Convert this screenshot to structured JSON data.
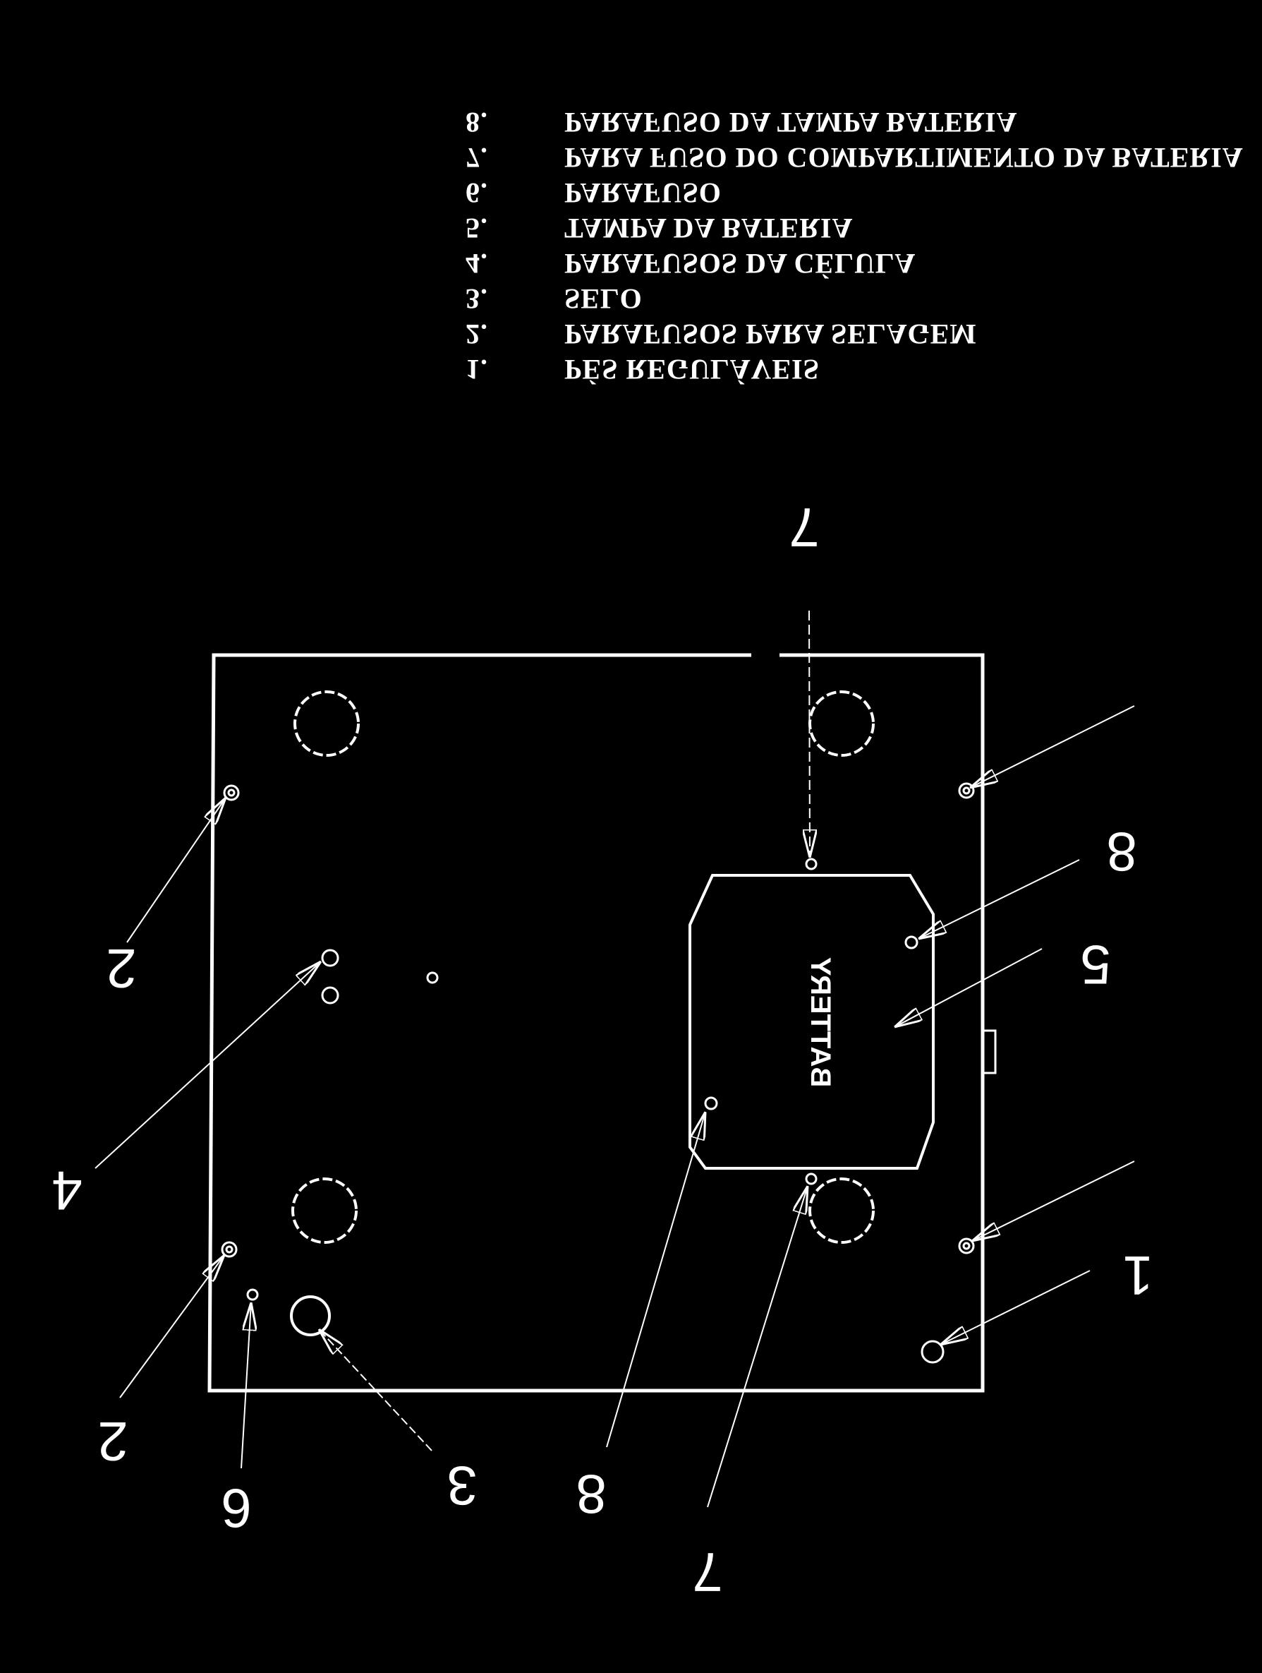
{
  "legend": {
    "items": [
      {
        "num": "8.",
        "text": "PARAFUSO DA TAMPA BATERIA"
      },
      {
        "num": "7.",
        "text": "PARA FUSO DO COMPARTIMENTO DA BATERIA"
      },
      {
        "num": "6.",
        "text": "PARAFUSO"
      },
      {
        "num": "5.",
        "text": "TAMPA DA BATERIA"
      },
      {
        "num": "4.",
        "text": "PARAFUSOS DA CÉLULA"
      },
      {
        "num": "3.",
        "text": "SELO"
      },
      {
        "num": "2.",
        "text": "PARAFUSOS PARA SELAGEM"
      },
      {
        "num": "1.",
        "text": "PÉS REGULÁVEIS"
      }
    ]
  },
  "drawing": {
    "battery_label": "BATTERY",
    "callouts": [
      "7",
      "8",
      "5",
      "2",
      "4",
      "2",
      "6",
      "3",
      "8",
      "7",
      "1"
    ]
  },
  "colors": {
    "background": "#000000",
    "line": "#ffffff"
  }
}
